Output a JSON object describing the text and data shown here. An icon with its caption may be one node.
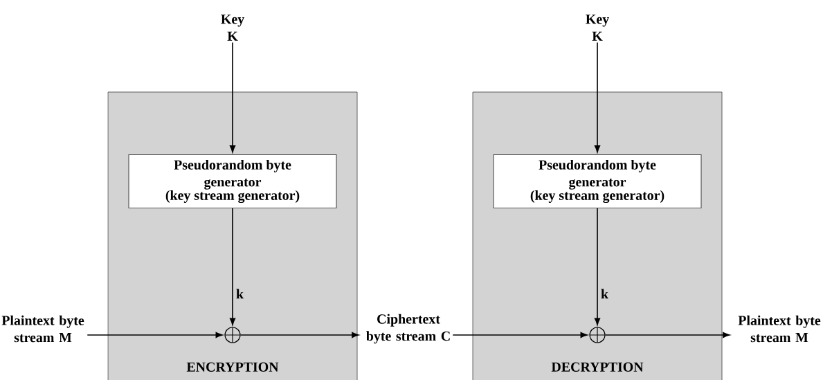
{
  "diagram": {
    "nodes": [
      {
        "text": [
          "ENCRYPTION"
        ]
      },
      {
        "text": [
          "Key K"
        ]
      },
      {
        "text": [
          "Pseudorandom byte generator",
          "(key stream generator)"
        ],
        "in": 0
      },
      {
        "text": [],
        "shape": "circle",
        "in": 0
      },
      {
        "text": [
          "Plaintext byte stream M"
        ]
      },
      {
        "text": [
          "Ciphertext byte stream C"
        ]
      },
      {
        "text": [
          "DECRYPTION"
        ]
      },
      {
        "text": [
          "Key K"
        ]
      },
      {
        "text": [
          "Pseudorandom byte generator",
          "(key stream generator)"
        ],
        "in": 6
      },
      {
        "text": [],
        "shape": "circle",
        "in": 6
      },
      {
        "text": [
          "Plaintext byte stream M"
        ]
      }
    ],
    "edges": [
      {
        "from": 1,
        "to": 2,
        "arrow": "to"
      },
      {
        "from": 2,
        "to": 3,
        "arrow": "to",
        "label": "k"
      },
      {
        "from": 4,
        "to": 3,
        "arrow": "to"
      },
      {
        "from": 3,
        "to": 5,
        "arrow": "to"
      },
      {
        "from": 7,
        "to": 8,
        "arrow": "to"
      },
      {
        "from": 8,
        "to": 9,
        "arrow": "to",
        "label": "k"
      },
      {
        "from": 5,
        "to": 9,
        "arrow": "to"
      },
      {
        "from": 9,
        "to": 10,
        "arrow": "to"
      }
    ]
  }
}
